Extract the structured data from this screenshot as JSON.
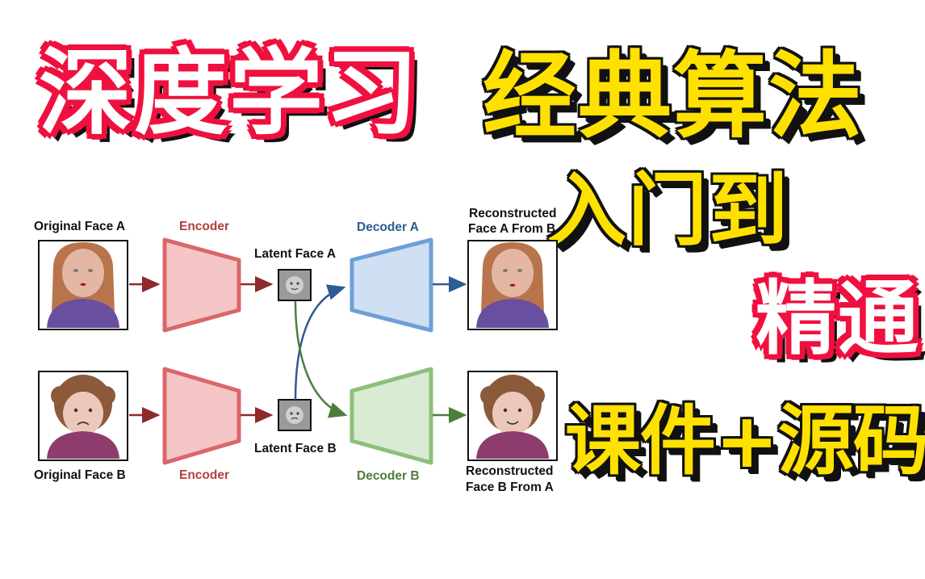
{
  "title": {
    "part1": "深度学习",
    "part2": "经典算法",
    "line2": "入门到",
    "line3": "精通",
    "line4": "课件+源码"
  },
  "diagram": {
    "original_face_a": "Original Face A",
    "original_face_b": "Original Face B",
    "encoder_top": "Encoder",
    "encoder_bottom": "Encoder",
    "latent_face_a": "Latent Face A",
    "latent_face_b": "Latent Face B",
    "decoder_a": "Decoder A",
    "decoder_b": "Decoder B",
    "reconstructed_a_line1": "Reconstructed",
    "reconstructed_a_line2": "Face A From B",
    "reconstructed_b_line1": "Reconstructed",
    "reconstructed_b_line2": "Face B From A"
  },
  "colors": {
    "title_red": "#f0103f",
    "title_yellow": "#ffe100",
    "encoder_red": "#d9676a",
    "decoder_blue": "#6e9fd8",
    "decoder_green": "#8cc07a"
  }
}
